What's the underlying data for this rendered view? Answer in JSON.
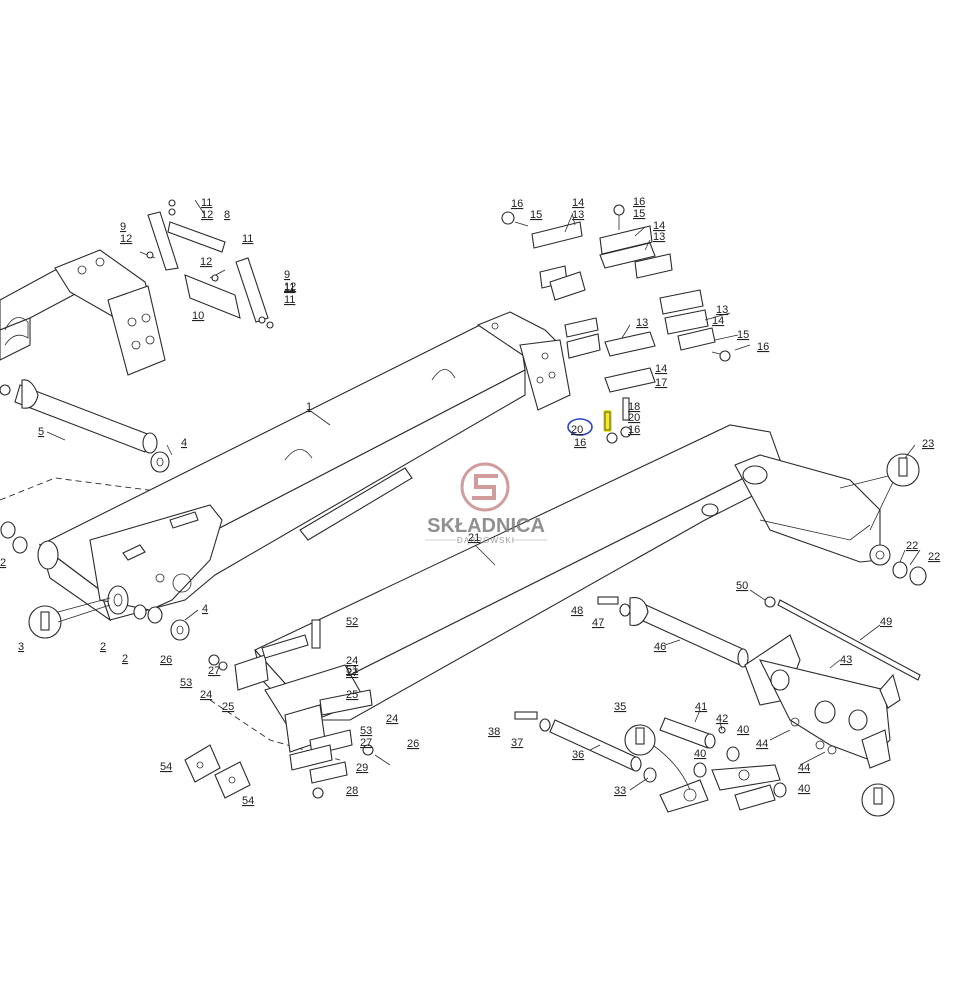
{
  "watermark": {
    "brand": "SKŁADNICA",
    "sub": "DĄBROWSKI",
    "color": "#c98b8b"
  },
  "highlight": {
    "marker_color": "#f2ea2e",
    "circle_color": "#2d45c8",
    "part_number": "20"
  },
  "callouts": [
    {
      "label": "1"
    },
    {
      "label": "2"
    },
    {
      "label": "2"
    },
    {
      "label": "2"
    },
    {
      "label": "3"
    },
    {
      "label": "4"
    },
    {
      "label": "4"
    },
    {
      "label": "5"
    },
    {
      "label": "8"
    },
    {
      "label": "9"
    },
    {
      "label": "9"
    },
    {
      "label": "10"
    },
    {
      "label": "11"
    },
    {
      "label": "11"
    },
    {
      "label": "11"
    },
    {
      "label": "11"
    },
    {
      "label": "12"
    },
    {
      "label": "12"
    },
    {
      "label": "12"
    },
    {
      "label": "12"
    },
    {
      "label": "13"
    },
    {
      "label": "13"
    },
    {
      "label": "13"
    },
    {
      "label": "13"
    },
    {
      "label": "14"
    },
    {
      "label": "14"
    },
    {
      "label": "14"
    },
    {
      "label": "14"
    },
    {
      "label": "15"
    },
    {
      "label": "15"
    },
    {
      "label": "15"
    },
    {
      "label": "16"
    },
    {
      "label": "16"
    },
    {
      "label": "16"
    },
    {
      "label": "16"
    },
    {
      "label": "16"
    },
    {
      "label": "17"
    },
    {
      "label": "18"
    },
    {
      "label": "20"
    },
    {
      "label": "20"
    },
    {
      "label": "21"
    },
    {
      "label": "22"
    },
    {
      "label": "22"
    },
    {
      "label": "23"
    },
    {
      "label": "24"
    },
    {
      "label": "24"
    },
    {
      "label": "24"
    },
    {
      "label": "25"
    },
    {
      "label": "25"
    },
    {
      "label": "26"
    },
    {
      "label": "26"
    },
    {
      "label": "27"
    },
    {
      "label": "27"
    },
    {
      "label": "27"
    },
    {
      "label": "28"
    },
    {
      "label": "29"
    },
    {
      "label": "33"
    },
    {
      "label": "35"
    },
    {
      "label": "36"
    },
    {
      "label": "37"
    },
    {
      "label": "38"
    },
    {
      "label": "40"
    },
    {
      "label": "40"
    },
    {
      "label": "40"
    },
    {
      "label": "41"
    },
    {
      "label": "42"
    },
    {
      "label": "43"
    },
    {
      "label": "44"
    },
    {
      "label": "44"
    },
    {
      "label": "46"
    },
    {
      "label": "47"
    },
    {
      "label": "48"
    },
    {
      "label": "49"
    },
    {
      "label": "50"
    },
    {
      "label": "51"
    },
    {
      "label": "52"
    },
    {
      "label": "53"
    },
    {
      "label": "53"
    },
    {
      "label": "54"
    },
    {
      "label": "54"
    }
  ]
}
